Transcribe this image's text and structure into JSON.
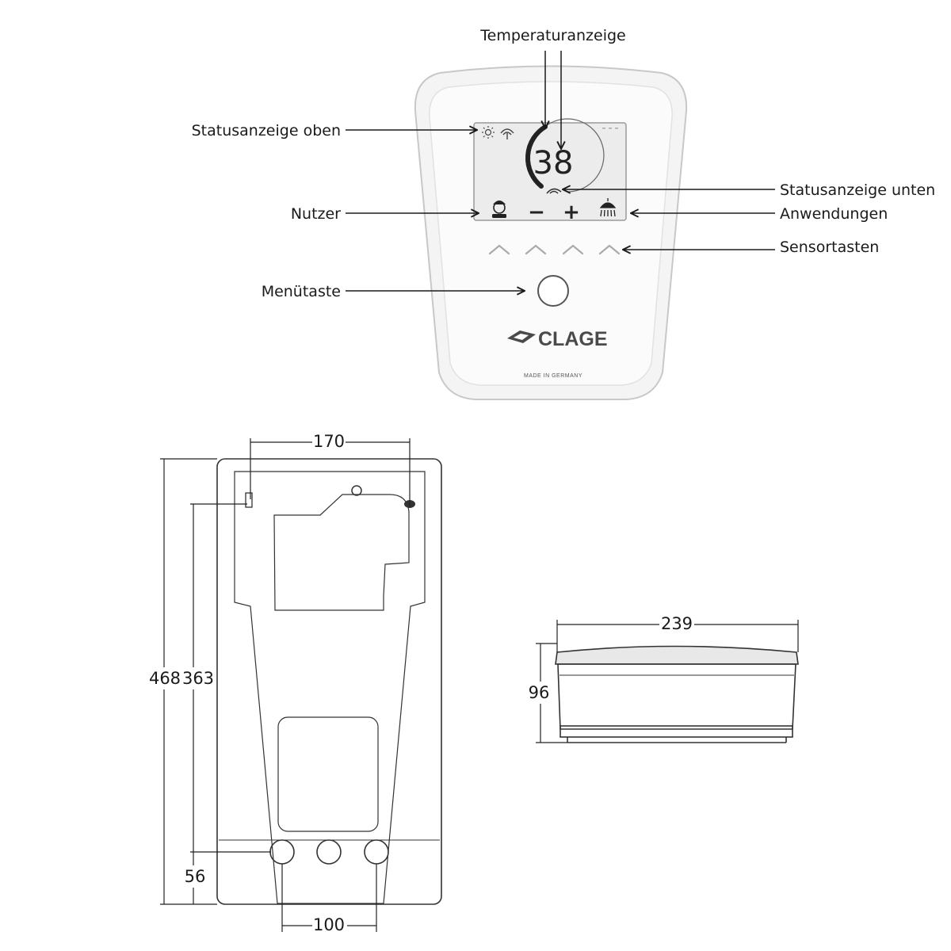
{
  "callouts": {
    "temperature_display": "Temperaturanzeige",
    "status_top": "Statusanzeige oben",
    "user": "Nutzer",
    "menu_key": "Menütaste",
    "status_bottom": "Statusanzeige unten",
    "applications": "Anwendungen",
    "sensor_keys": "Sensortasten"
  },
  "display": {
    "temperature": "38",
    "minus": "−",
    "plus": "+"
  },
  "panel": {
    "brand": "CLAGE",
    "made_in": "MADE IN GERMANY"
  },
  "dimensions": {
    "top_width": "170",
    "total_height": "468",
    "mount_height": "363",
    "bottom_offset": "56",
    "bottom_spacing": "100",
    "side_width": "239",
    "side_depth": "96"
  },
  "icons": {
    "status_sun": "sun-icon",
    "status_wifi": "wifi-icon",
    "user": "user-face-icon",
    "shower": "shower-icon",
    "menu": "menu-button-icon",
    "sensor": "chevron-up-icon",
    "brand": "clage-logo-icon"
  }
}
